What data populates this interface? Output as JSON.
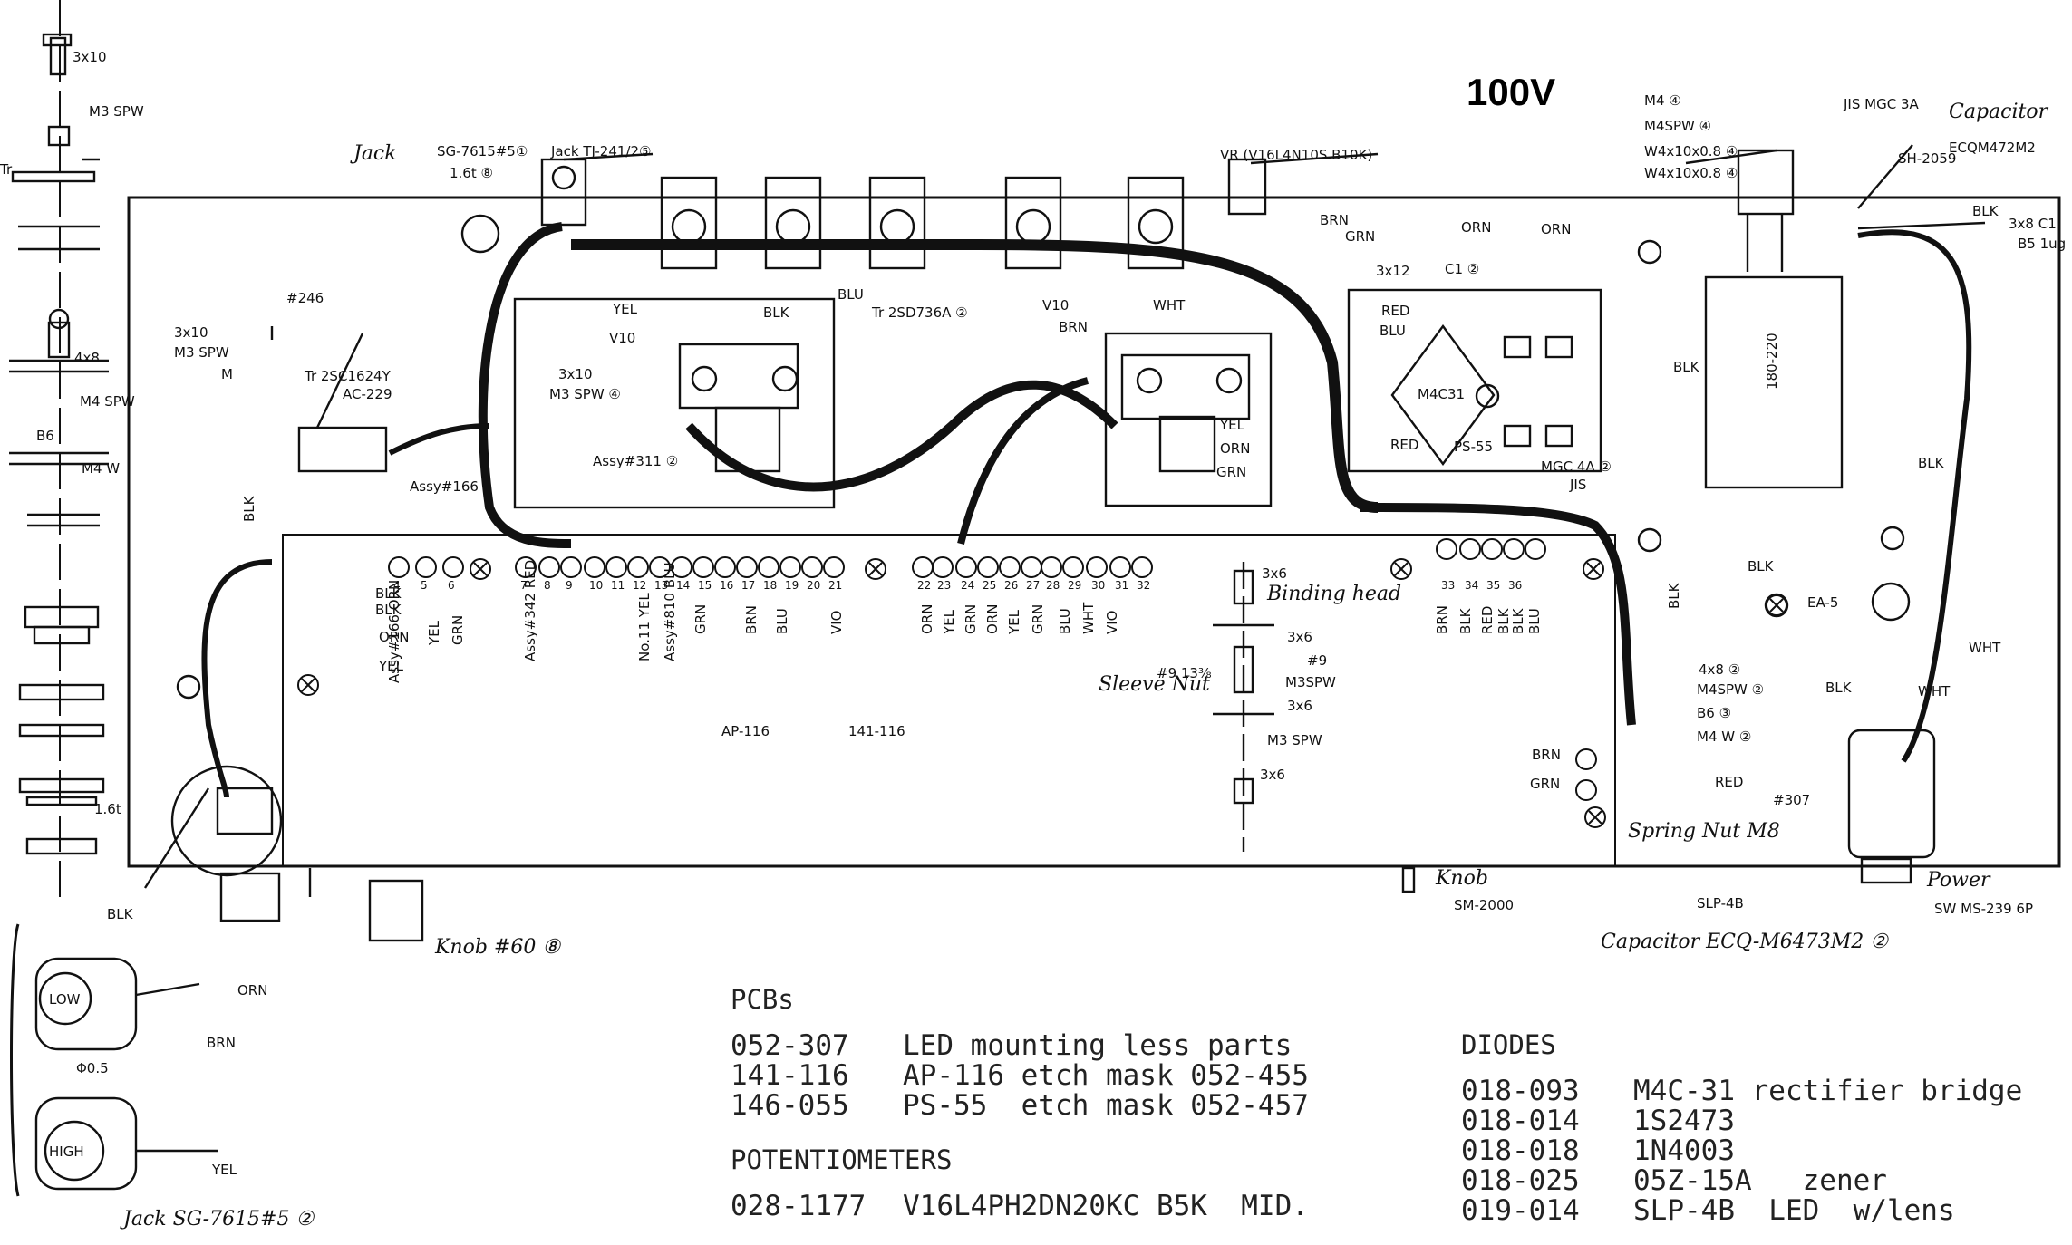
{
  "title": "100V",
  "callouts": {
    "jack1": "Jack",
    "jack1_part": "SG-7615#5①",
    "jack2": "Jack TJ-241/2⑤",
    "jack1_thick": "1.6t ⑧",
    "vr": "VR (V16L4N10S B10K)",
    "m4": "M4 ④",
    "m4spw": "M4SPW ④",
    "w4x10": "W4x10x0.8 ④",
    "w4x10b": "W4x10x0.8 ④",
    "jis": "JIS MGC 3A",
    "capacitor_top": "Capacitor",
    "capacitor_top_part": "ECQM472M2",
    "sh2059": "SH-2059",
    "blk_top": "BLK",
    "screw_3x8": "3x8 C1",
    "b5": "B5 1ug",
    "screw_3x10_top": "3x10",
    "m3spw_top": "M3 SPW",
    "tr": "Tr",
    "a246": "#246",
    "screw_3x10": "3x10",
    "m3spw": "M3 SPW",
    "m": "M",
    "tr2sc": "Tr 2SC1624Y",
    "ac229": "AC-229",
    "assy166": "Assy#166",
    "screw_4x8": "4x8",
    "m4spw_left": "M4 SPW",
    "b6": "B6",
    "m4w": "M4 W",
    "yel": "YEL",
    "v10": "V10",
    "blk_a": "BLK",
    "blu": "BLU",
    "tr2sd": "Tr 2SD736A ②",
    "v10b": "V10",
    "brn": "BRN",
    "wht": "WHT",
    "brn_top": "BRN",
    "grn_top": "GRN",
    "orn_a": "ORN",
    "orn_b": "ORN",
    "screw_3x12": "3x12",
    "c1": "C1 ②",
    "red": "RED",
    "blu2": "BLU",
    "m4c31": "M4C31",
    "ps55": "PS-55",
    "red2": "RED",
    "mgc4a": "MGC 4A ②",
    "jis2": "JIS",
    "screw_3x10b": "3x10",
    "m3spw_b": "M3 SPW ④",
    "assy311": "Assy#311 ②",
    "yel2": "YEL",
    "orn2": "ORN",
    "grn2": "GRN",
    "t180": "180-220",
    "blk_r": "BLK",
    "blk_r2": "BLK",
    "blk_left": "BLK",
    "blk_l1": "BLK",
    "blk_l2": "BLK",
    "orn_l": "ORN",
    "yel_l": "YEL",
    "assy166b": "Assy#166 ORN",
    "yel_l2": "YEL",
    "grn_l": "GRN",
    "assy342": "Assy#342 RED",
    "assy810": "Assy#810 BLU",
    "n011": "No.11 YEL",
    "grn_m": "GRN",
    "brn_m": "BRN",
    "blu_m": "BLU",
    "vio_m": "VIO",
    "orn_m": "ORN",
    "yel_m": "YEL",
    "grn_m2": "GRN",
    "orn_m2": "ORN",
    "yel_m2": "YEL",
    "grn_m3": "GRN",
    "blu_m2": "BLU",
    "wht_m": "WHT",
    "vio_m2": "VIO",
    "screw_3x6": "3x6",
    "binding_head": "Binding head",
    "screw_3x6b": "3x6",
    "n9": "#9",
    "m3spw_c": "M3SPW",
    "sleeve_nut": "Sleeve Nut",
    "n9b": "#9 13⅜",
    "screw_3x6c": "3x6",
    "m3spw_d": "M3 SPW",
    "screw_3x6d": "3x6",
    "ap116": "AP-116",
    "n141": "141-116",
    "brn_r": "BRN",
    "blk_r3": "BLK",
    "red_r": "RED",
    "blk_r4": "BLK",
    "blk_r5": "BLK",
    "blu_r": "BLU",
    "blk_k": "BLK",
    "blk_vk": "BLK",
    "ea5": "EA-5",
    "wht_r": "WHT",
    "wht_r2": "WHT",
    "blk_r6": "BLK",
    "screw_4x8b": "4x8 ②",
    "m4spw_b": "M4SPW ②",
    "b6b": "B6 ③",
    "m4w_b": "M4 W ②",
    "brn_35": "BRN",
    "grn_36": "GRN",
    "red_b": "RED",
    "n307": "#307",
    "spring_nut": "Spring Nut M8",
    "slp4b": "SLP-4B",
    "capacitor_bot": "Capacitor ECQ-M6473M2 ②",
    "power": "Power",
    "sw": "SW MS-239 6P",
    "knob1": "Knob",
    "sm2000": "SM-2000",
    "knob2": "Knob #60 ⑧",
    "blk_bl": "BLK",
    "orn_bl": "ORN",
    "brn_bl": "BRN",
    "phi05": "Φ0.5",
    "yel_bl": "YEL",
    "low": "LOW",
    "high": "HIGH",
    "jack_bottom": "Jack SG-7615#5 ②",
    "t16": "1.6t"
  },
  "pin_numbers": [
    "4",
    "5",
    "6",
    "7",
    "8",
    "9",
    "10",
    "11",
    "12",
    "13",
    "14",
    "15",
    "16",
    "17",
    "18",
    "19",
    "20",
    "21",
    "22",
    "23",
    "24",
    "25",
    "26",
    "27",
    "28",
    "29",
    "30",
    "31",
    "32",
    "33",
    "34",
    "35",
    "36"
  ],
  "parts_list": {
    "pcbs": {
      "heading": "PCBs",
      "rows": [
        {
          "pn": "052-307",
          "desc": "LED mounting less parts"
        },
        {
          "pn": "141-116",
          "desc": "AP-116 etch mask 052-455"
        },
        {
          "pn": "146-055",
          "desc": "PS-55  etch mask 052-457"
        }
      ]
    },
    "pots": {
      "heading": "POTENTIOMETERS",
      "rows": [
        {
          "pn": "028-1177",
          "desc": "V16L4PH2DN20KC B5K  MID."
        }
      ]
    },
    "diodes": {
      "heading": "DIODES",
      "rows": [
        {
          "pn": "018-093",
          "desc": "M4C-31 rectifier bridge"
        },
        {
          "pn": "018-014",
          "desc": "1S2473"
        },
        {
          "pn": "018-018",
          "desc": "1N4003"
        },
        {
          "pn": "018-025",
          "desc": "05Z-15A   zener"
        },
        {
          "pn": "019-014",
          "desc": "SLP-4B  LED  w/lens"
        }
      ]
    }
  }
}
